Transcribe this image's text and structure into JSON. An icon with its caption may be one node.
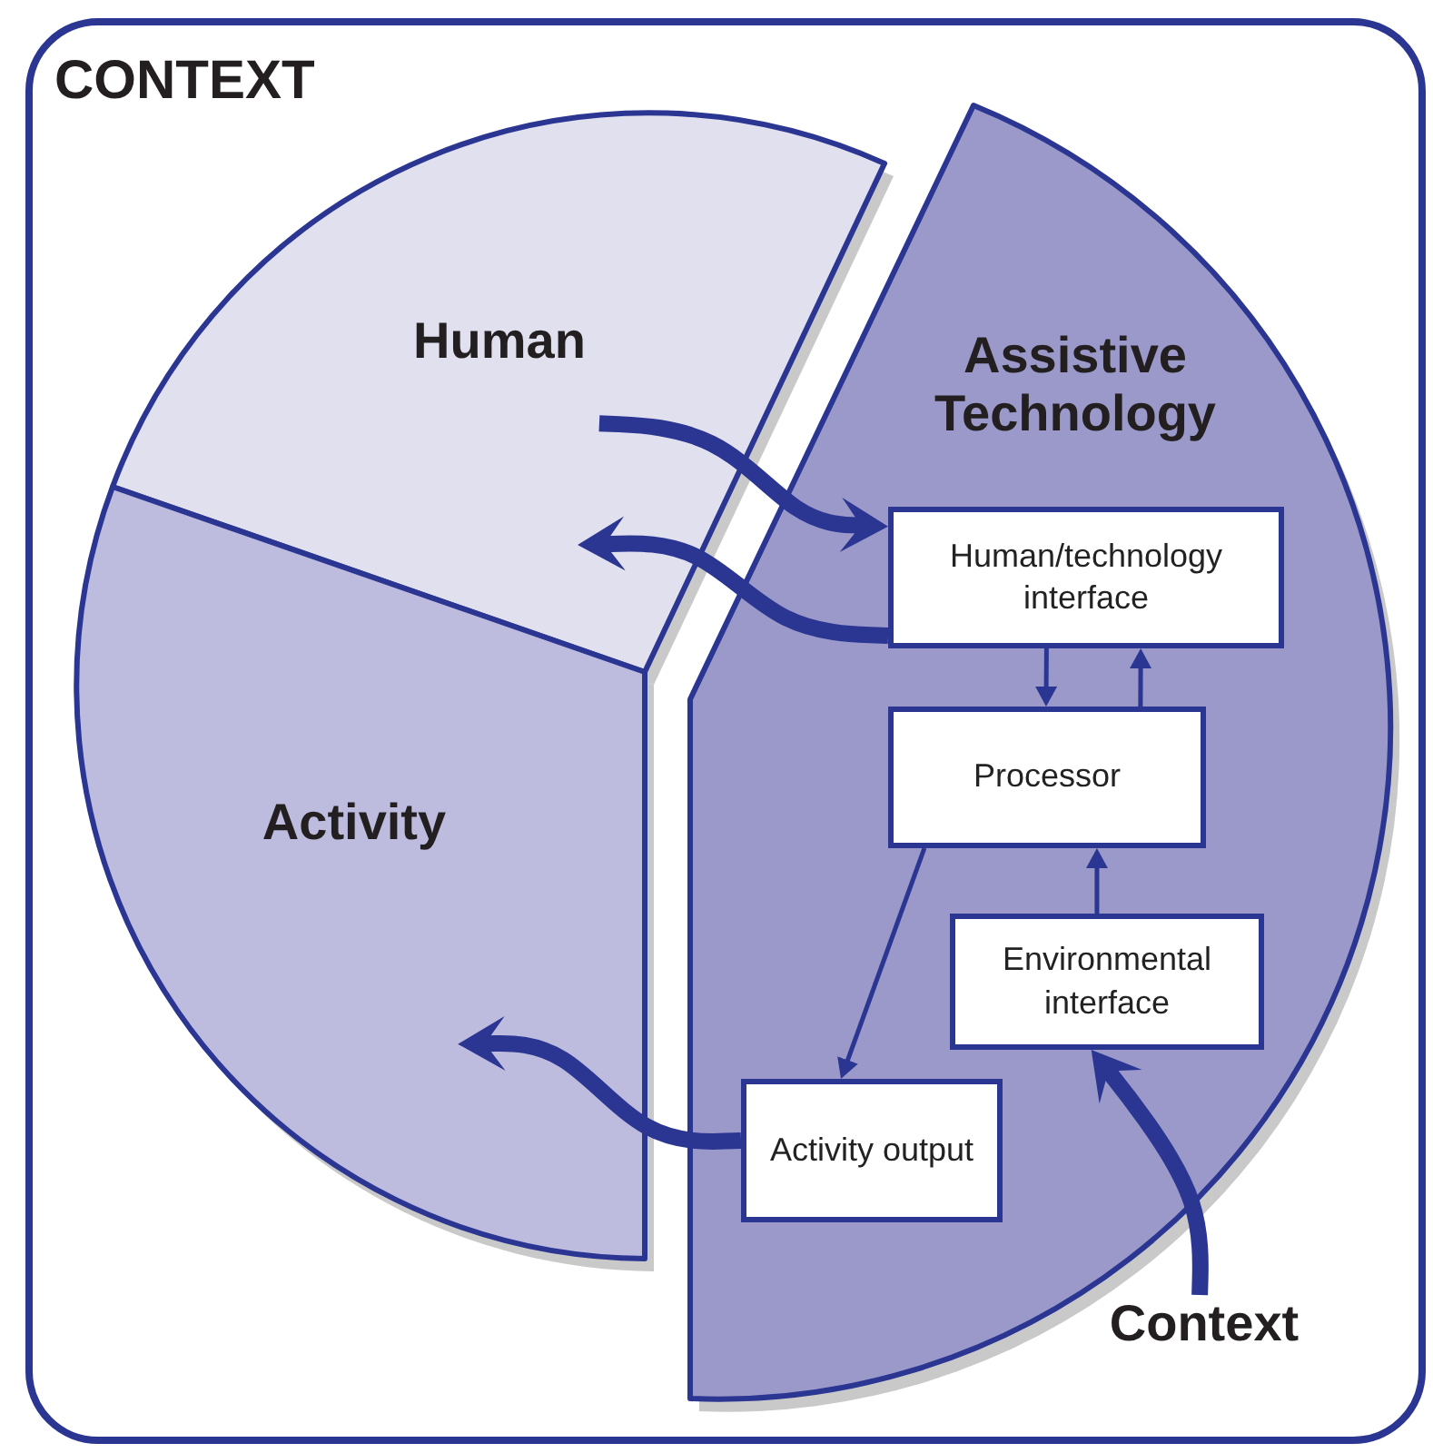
{
  "diagram": {
    "nodes": [
      {
        "text": [
          "CONTEXT"
        ]
      },
      {
        "text": [
          "Human"
        ],
        "in": 0
      },
      {
        "text": [
          "Activity"
        ],
        "in": 0
      },
      {
        "text": [
          "Assistive Technology"
        ],
        "in": 0
      },
      {
        "text": [
          "Human/technology interface"
        ],
        "in": 3
      },
      {
        "text": [
          "Processor"
        ],
        "in": 3
      },
      {
        "text": [
          "Environmental interface"
        ],
        "in": 3
      },
      {
        "text": [
          "Activity output"
        ],
        "in": 3
      },
      {
        "text": [
          "Context"
        ],
        "in": 0
      }
    ],
    "edges": [
      {
        "from": 1,
        "to": 4,
        "arrow": "to",
        "style": "thick"
      },
      {
        "from": 4,
        "to": 1,
        "arrow": "to",
        "style": "thick"
      },
      {
        "from": 4,
        "to": 5,
        "arrow": "to"
      },
      {
        "from": 5,
        "to": 4,
        "arrow": "to"
      },
      {
        "from": 6,
        "to": 5,
        "arrow": "to"
      },
      {
        "from": 5,
        "to": 7,
        "arrow": "to"
      },
      {
        "from": 7,
        "to": 2,
        "arrow": "to",
        "style": "thick"
      },
      {
        "from": 8,
        "to": 6,
        "arrow": "to",
        "style": "thick"
      }
    ]
  }
}
